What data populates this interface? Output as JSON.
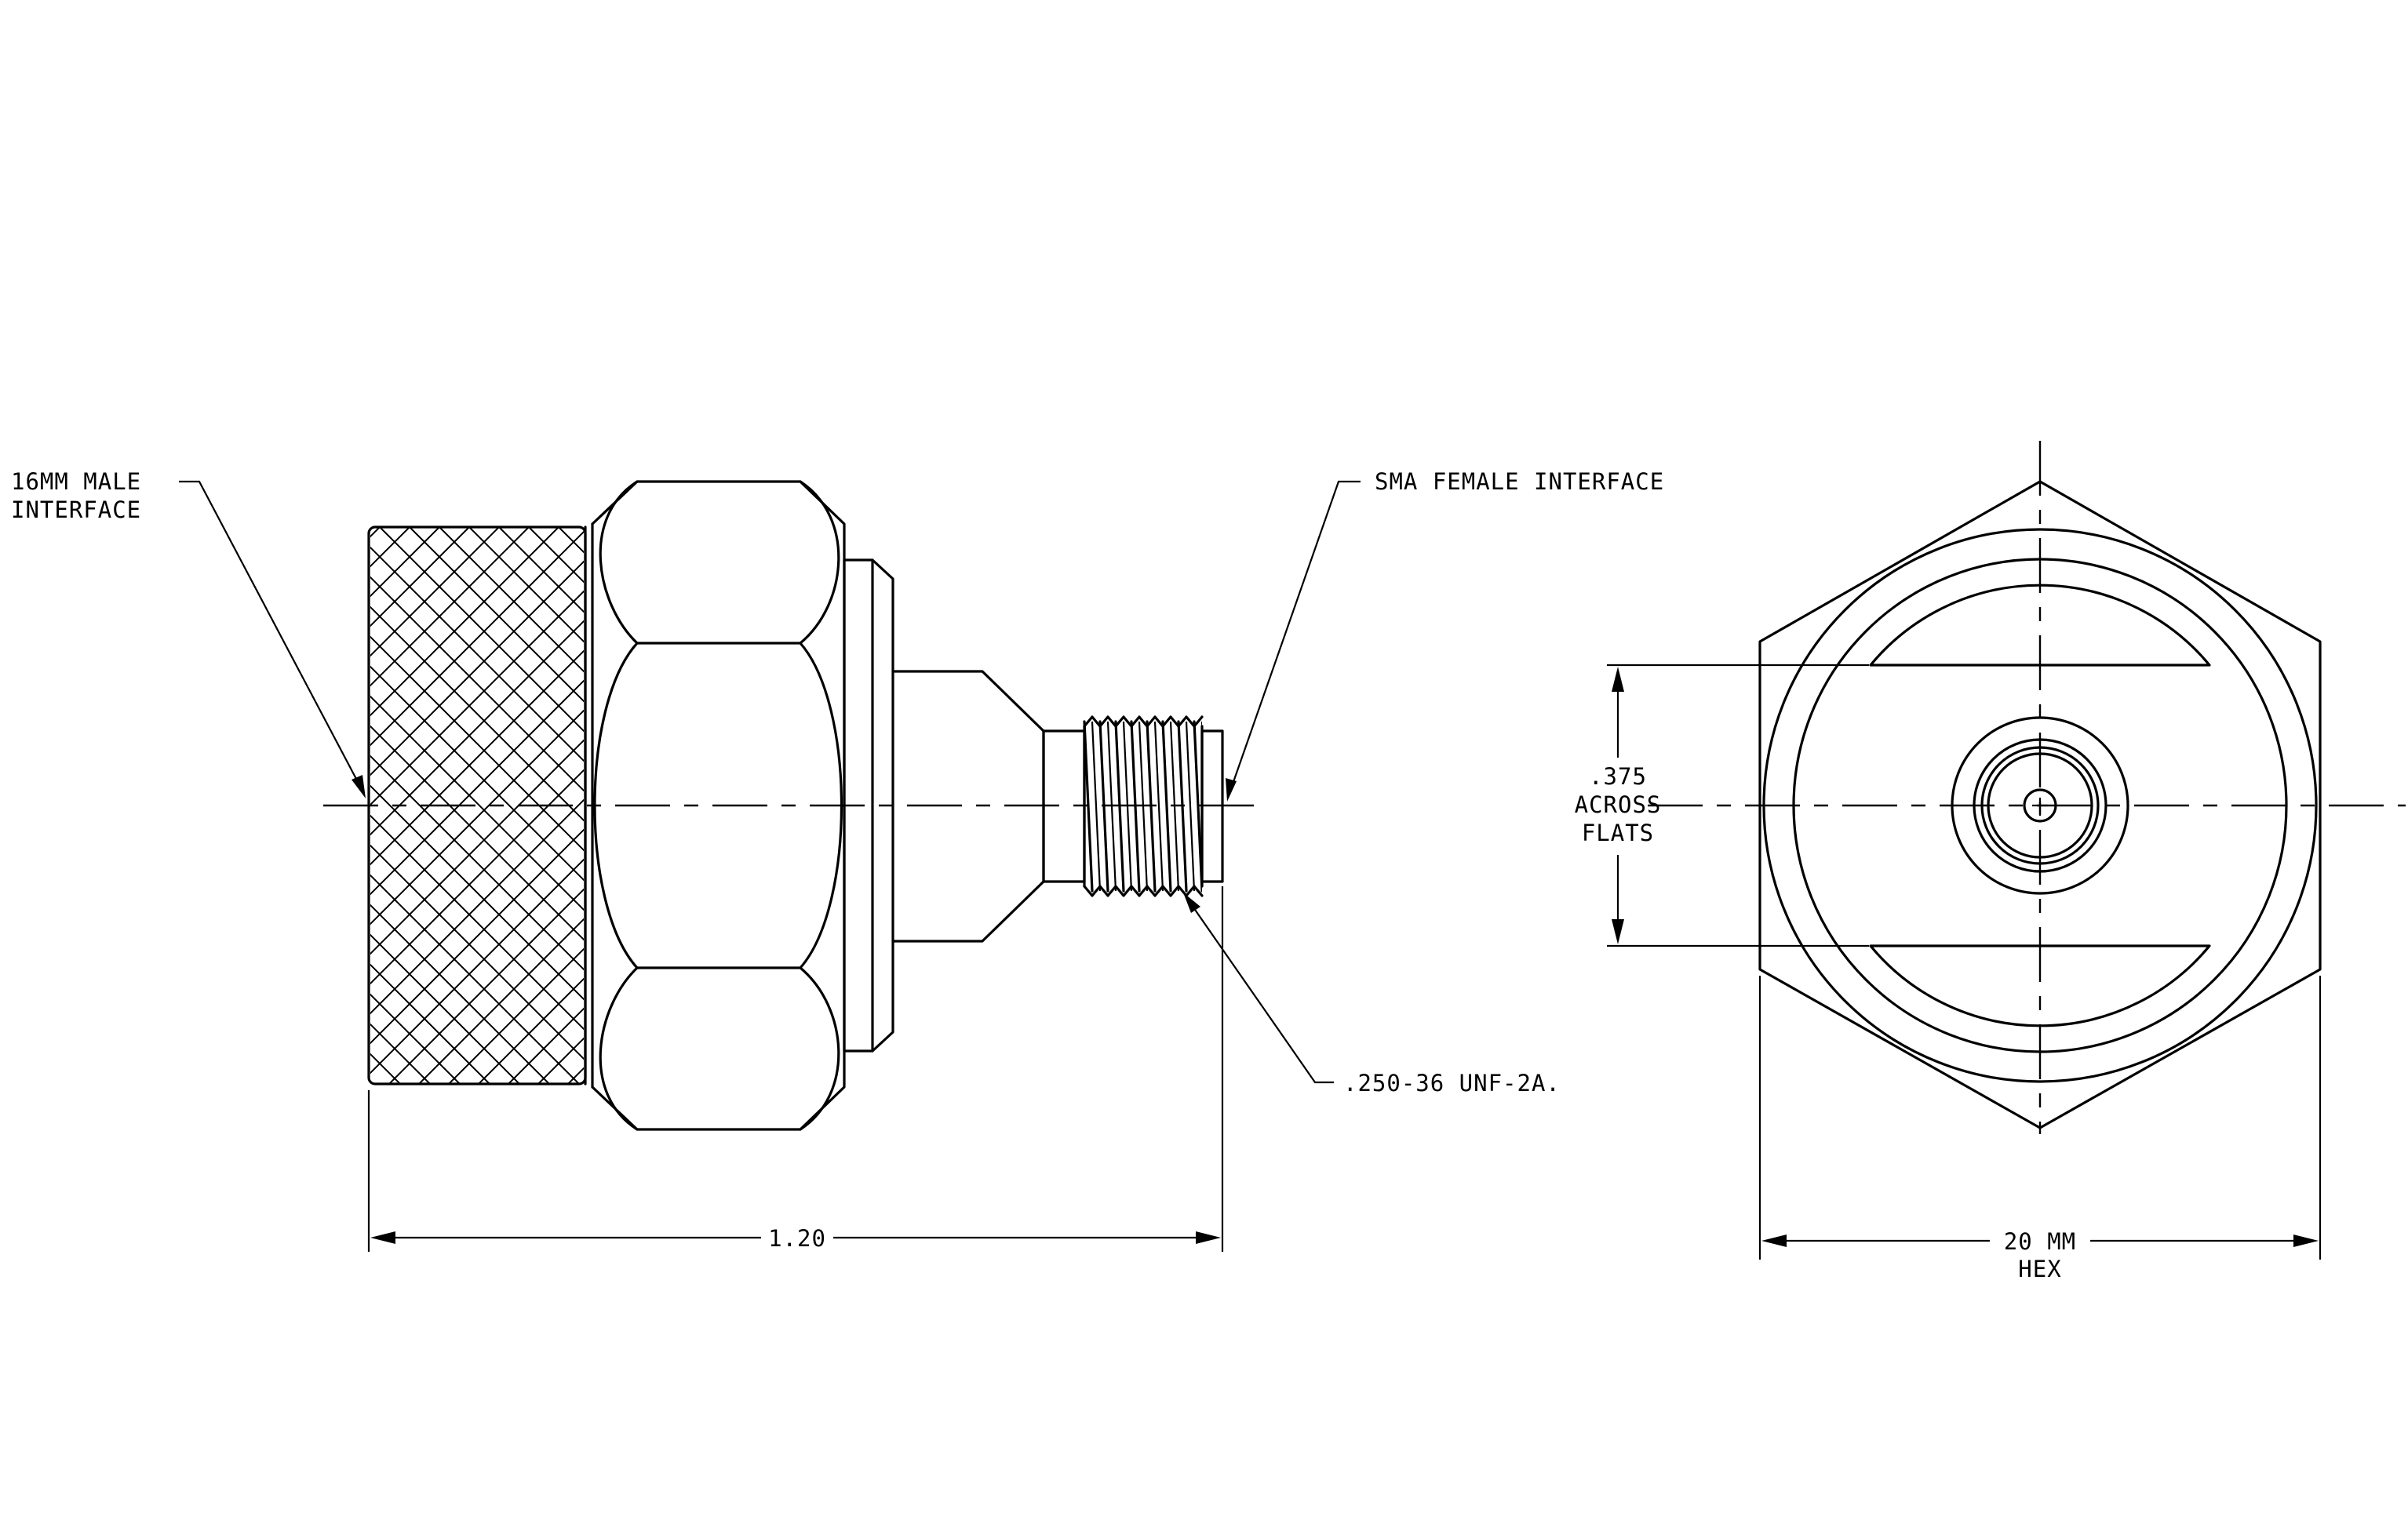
{
  "labels": {
    "male_interface_line1": "16MM MALE",
    "male_interface_line2": "INTERFACE",
    "female_interface": "SMA FEMALE INTERFACE",
    "thread_spec": ".250-36 UNF-2A.",
    "length_dim": "1.20",
    "flats_line1": ".375",
    "flats_line2": "ACROSS",
    "flats_line3": "FLATS",
    "hex_line1": "20 MM",
    "hex_line2": "HEX"
  },
  "colors": {
    "line": "#000000",
    "background": "#ffffff"
  }
}
